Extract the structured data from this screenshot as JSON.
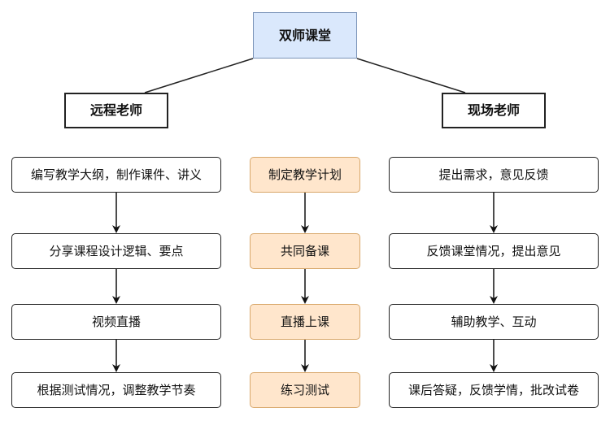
{
  "root": {
    "label": "双师课堂"
  },
  "remote": {
    "title": "远程老师",
    "steps": [
      "编写教学大纲，制作课件、讲义",
      "分享课程设计逻辑、要点",
      "视频直播",
      "根据测试情况，调整教学节奏"
    ]
  },
  "center": {
    "steps": [
      "制定教学计划",
      "共同备课",
      "直播上课",
      "练习测试"
    ]
  },
  "onsite": {
    "title": "现场老师",
    "steps": [
      "提出需求，意见反馈",
      "反馈课堂情况，提出意见",
      "辅助教学、互动",
      "课后答疑，反馈学情，批改试卷"
    ]
  },
  "colors": {
    "root_fill": "#dae8fc",
    "center_fill": "#ffe6cc",
    "line": "#222222"
  }
}
